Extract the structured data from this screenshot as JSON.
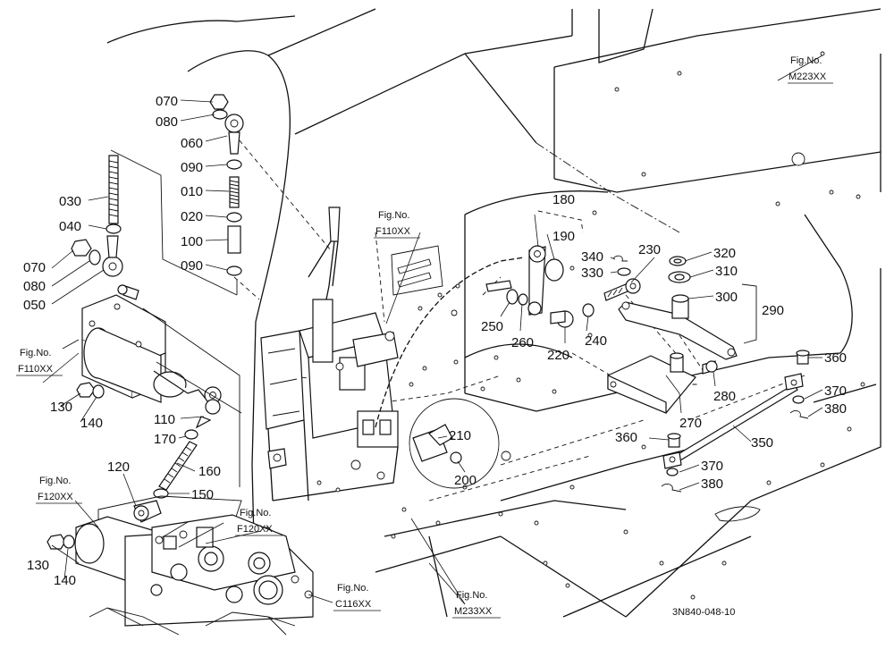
{
  "part_labels": {
    "p070a": "070",
    "p080a": "080",
    "p060": "060",
    "p090a": "090",
    "p010": "010",
    "p020": "020",
    "p100": "100",
    "p090b": "090",
    "p030": "030",
    "p040": "040",
    "p070b": "070",
    "p080b": "080",
    "p050": "050",
    "p130a": "130",
    "p140a": "140",
    "p110": "110",
    "p170": "170",
    "p160": "160",
    "p120": "120",
    "p150": "150",
    "p130b": "130",
    "p140b": "140",
    "p180": "180",
    "p190": "190",
    "p340": "340",
    "p330": "330",
    "p230": "230",
    "p320": "320",
    "p310": "310",
    "p300": "300",
    "p290": "290",
    "p250": "250",
    "p260": "260",
    "p220": "220",
    "p240": "240",
    "p360a": "360",
    "p370a": "370",
    "p380a": "380",
    "p280": "280",
    "p270": "270",
    "p350": "350",
    "p360b": "360",
    "p370b": "370",
    "p380b": "380",
    "p210": "210",
    "p200": "200"
  },
  "figure_refs": {
    "m223": {
      "prefix": "Fig.No.",
      "code": "M223XX"
    },
    "f110_center": {
      "prefix": "Fig.No.",
      "code": "F110XX"
    },
    "f110_left": {
      "prefix": "Fig.No.",
      "code": "F110XX"
    },
    "f120_left": {
      "prefix": "Fig.No.",
      "code": "F120XX"
    },
    "f120_center": {
      "prefix": "Fig.No.",
      "code": "F120XX"
    },
    "c116": {
      "prefix": "Fig.No.",
      "code": "C116XX"
    },
    "m233": {
      "prefix": "Fig.No.",
      "code": "M233XX"
    }
  },
  "drawing_code": "3N840-048-10"
}
